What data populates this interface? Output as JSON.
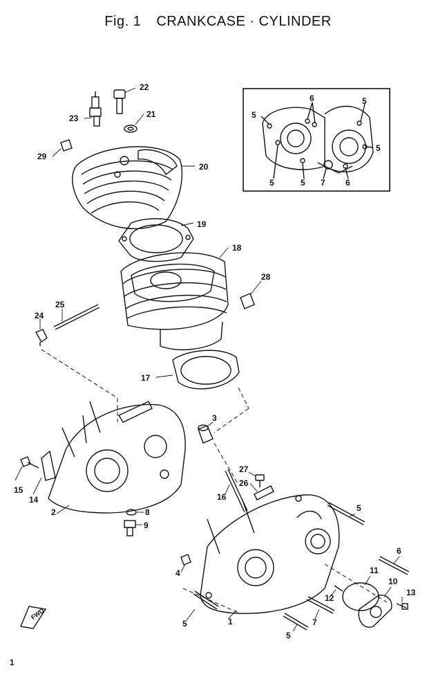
{
  "title": {
    "fig": "Fig. 1",
    "name": "CRANKCASE · CYLINDER"
  },
  "page_number": "1",
  "fwd_label": "FWD",
  "parts": {
    "p1": "1",
    "p2": "2",
    "p3": "3",
    "p4": "4",
    "p5a": "5",
    "p5b": "5",
    "p5c": "5",
    "p6": "6",
    "p7": "7",
    "p8": "8",
    "p9": "9",
    "p10": "10",
    "p11": "11",
    "p12": "12",
    "p13": "13",
    "p14": "14",
    "p15": "15",
    "p16": "16",
    "p17": "17",
    "p18": "18",
    "p19": "19",
    "p20": "20",
    "p21": "21",
    "p22": "22",
    "p23": "23",
    "p24": "24",
    "p25": "25",
    "p26": "26",
    "p27": "27",
    "p28": "28",
    "p29": "29"
  },
  "inset": {
    "l5a": "5",
    "l6a": "6",
    "l5b": "5",
    "l5c": "5",
    "l5d": "5",
    "l5e": "5",
    "l7": "7",
    "l6b": "6"
  },
  "colors": {
    "ink": "#111111",
    "paper": "#ffffff"
  }
}
